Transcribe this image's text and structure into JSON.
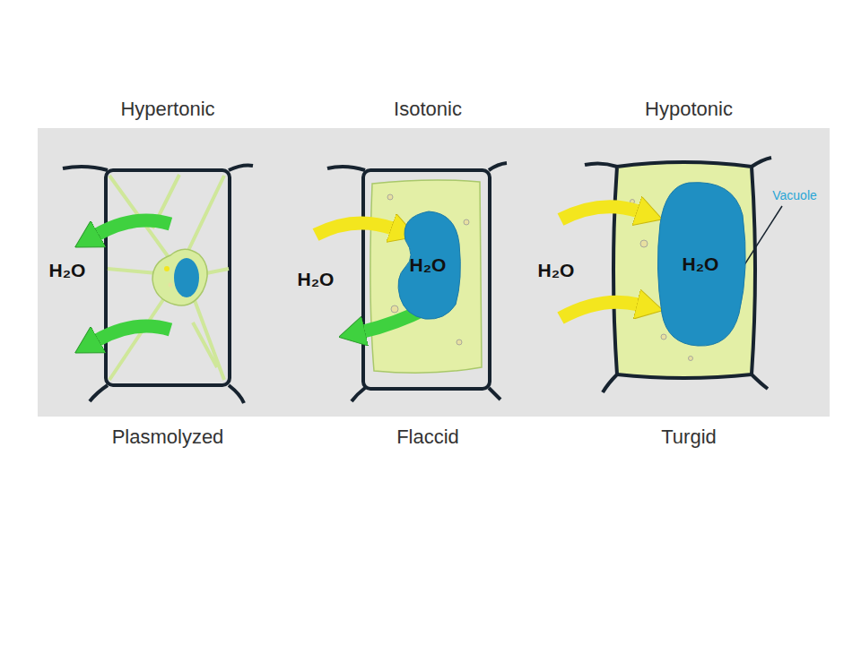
{
  "diagram": {
    "nodes": [
      {
        "text": [
          "H₂O"
        ]
      },
      {
        "text": [
          "H₂O"
        ]
      }
    ],
    "labels": [
      "Hypertonic",
      "Isotonic",
      "Hypotonic",
      "H₂O",
      "H₂O",
      "H₂O",
      "Vacuole",
      "Plasmolyzed",
      "Flaccid",
      "Turgid"
    ]
  }
}
